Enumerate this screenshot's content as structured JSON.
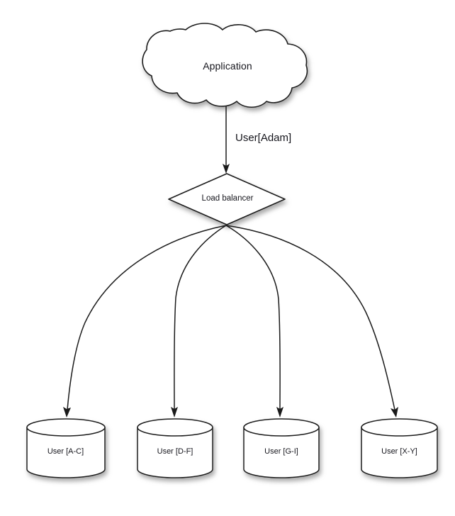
{
  "diagram": {
    "title_text": "Application",
    "background_color": "#ffffff",
    "stroke_color": "#1a1a1a",
    "text_color": "#15151c",
    "nodes": {
      "application_cloud": {
        "label": "Application",
        "shape": "cloud"
      },
      "load_balancer": {
        "label": "Load balancer",
        "shape": "diamond"
      },
      "databases": [
        {
          "label": "User [A-C]",
          "shape": "cylinder"
        },
        {
          "label": "User [D-F]",
          "shape": "cylinder"
        },
        {
          "label": "User [G-I]",
          "shape": "cylinder"
        },
        {
          "label": "User [X-Y]",
          "shape": "cylinder"
        }
      ]
    },
    "edges": [
      {
        "label": "User[Adam]",
        "from": "application_cloud",
        "to": "load_balancer",
        "style": "straight-arrow"
      },
      {
        "label": "",
        "from": "load_balancer",
        "to": "db-1",
        "style": "curved-arrow"
      },
      {
        "label": "",
        "from": "load_balancer",
        "to": "db-2",
        "style": "curved-arrow"
      },
      {
        "label": "",
        "from": "load_balancer",
        "to": "db-3",
        "style": "curved-arrow"
      },
      {
        "label": "",
        "from": "load_balancer",
        "to": "db-4",
        "style": "curved-arrow"
      }
    ]
  }
}
